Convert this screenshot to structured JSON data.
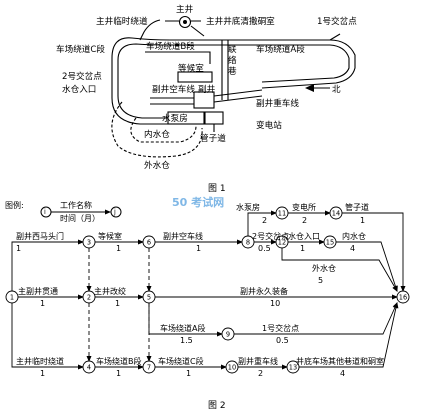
{
  "figure1": {
    "caption": "图 1",
    "labels": {
      "zhujing": "主井",
      "zhujing_linshi": "主井临时绕道",
      "zhujing_xiechao": "主井井底清撒硐室",
      "jiaocha1": "1号交岔点",
      "cheichang_b": "车场绕道B段",
      "cheichang_c": "车场绕道C段",
      "cheichang_a": "车场绕道A段",
      "lianluo": "联络巷",
      "denghou": "等候室",
      "jiaocha2a": "2号交岔点",
      "shuicang_rukou": "水仓入口",
      "fujing_kongche": "副井空车线",
      "fujing": "副井",
      "fujing_zhongche": "副井重车线",
      "bei": "北",
      "shuibengfang": "水泵房",
      "biandianzhan": "变电站",
      "guanzidao": "管子道",
      "neishuicang": "内水仓",
      "waishuicang": "外水仓"
    }
  },
  "figure2": {
    "caption": "图 2",
    "legend": {
      "title": "图例:",
      "i": "i",
      "j": "j",
      "name": "工作名称",
      "time": "时间（月）"
    },
    "watermark": "50 考试网",
    "nodes": [
      "1",
      "2",
      "3",
      "4",
      "5",
      "6",
      "7",
      "8",
      "9",
      "10",
      "11",
      "12",
      "13",
      "14",
      "15",
      "16"
    ],
    "activities": {
      "a1_3": {
        "name": "副井西马头门",
        "time": "1"
      },
      "a3_6": {
        "name": "等候室",
        "time": "1"
      },
      "a6_8": {
        "name": "副井空车线",
        "time": "1"
      },
      "a8_11": {
        "name": "水泵房",
        "time": "2"
      },
      "a11_14": {
        "name": "变电所",
        "time": "2"
      },
      "a14_16": {
        "name": "管子道",
        "time": "1"
      },
      "a8_12": {
        "name": "2号交岔点",
        "time": "0.5"
      },
      "a12_15": {
        "name": "水仓入口",
        "time": "1"
      },
      "a15_16": {
        "name": "内水仓",
        "time": "4"
      },
      "a12_16": {
        "name": "外水仓",
        "time": "5"
      },
      "a1_2": {
        "name": "主副井贯通",
        "time": "1"
      },
      "a2_5": {
        "name": "主井改绞",
        "time": "1"
      },
      "a5_16": {
        "name": "副井永久装备",
        "time": "10"
      },
      "a5_9": {
        "name": "车场绕道A段",
        "time": "1.5"
      },
      "a9_16": {
        "name": "1号交岔点",
        "time": "0.5"
      },
      "a1_4": {
        "name": "主井临时绕道",
        "time": "1"
      },
      "a4_7": {
        "name": "车场绕道B段",
        "time": "1"
      },
      "a7_10": {
        "name": "车场绕道C段",
        "time": "1"
      },
      "a10_13": {
        "name": "副井重车线",
        "time": "2"
      },
      "a13_16": {
        "name": "井底车场其他巷道和硐室",
        "time": "4"
      }
    }
  }
}
